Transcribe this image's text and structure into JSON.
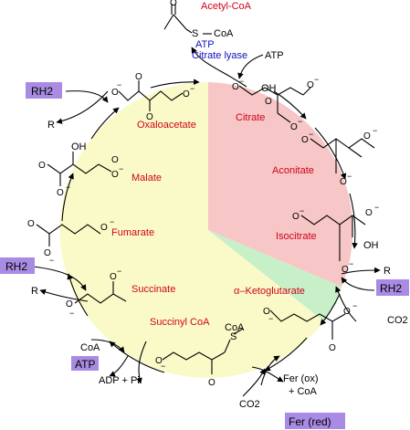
{
  "labels": {
    "acetyl_coa": "Acetyl-CoA",
    "s_coa_top": "S",
    "coa_top": "CoA",
    "atp_blue": "ATP",
    "citrate_lyase": "Citrate lyase",
    "atp_black": "ATP",
    "citrate": "Citrate",
    "aconitate": "Aconitate",
    "isocitrate": "Isocitrate",
    "alpha_kg": "α–Ketoglutarate",
    "succinyl_coa": "Succinyl CoA",
    "succinate": "Succinate",
    "fumarate": "Fumarate",
    "malate": "Malate",
    "oxaloacetate": "Oxaloacetate",
    "oh_citrate": "OH",
    "oh_malate": "OH",
    "oh_isocitrate": "OH",
    "s_succcoa": "S",
    "coa_succcoa": "CoA"
  },
  "cofactors": {
    "rh2_top": "RH2",
    "rh2_left": "RH2",
    "rh2_right": "RH2",
    "atp_box": "ATP",
    "fer_red": "Fer (red)",
    "r_top": "R",
    "r_left": "R",
    "r_right": "R",
    "co2_right": "CO2",
    "co2_bottom": "CO2",
    "coa_left": "CoA",
    "adp_pi": "ADP + Pi",
    "fer_ox": "Fer (ox)",
    "plus_coa": "+ CoA"
  },
  "colors": {
    "sector_red": "#f7c6c6",
    "sector_yellow": "#fafac8",
    "sector_green": "#c8f0c8",
    "label_red": "#d0021b",
    "label_blue": "#1010c0",
    "cofactor_box": "#a98be3"
  }
}
